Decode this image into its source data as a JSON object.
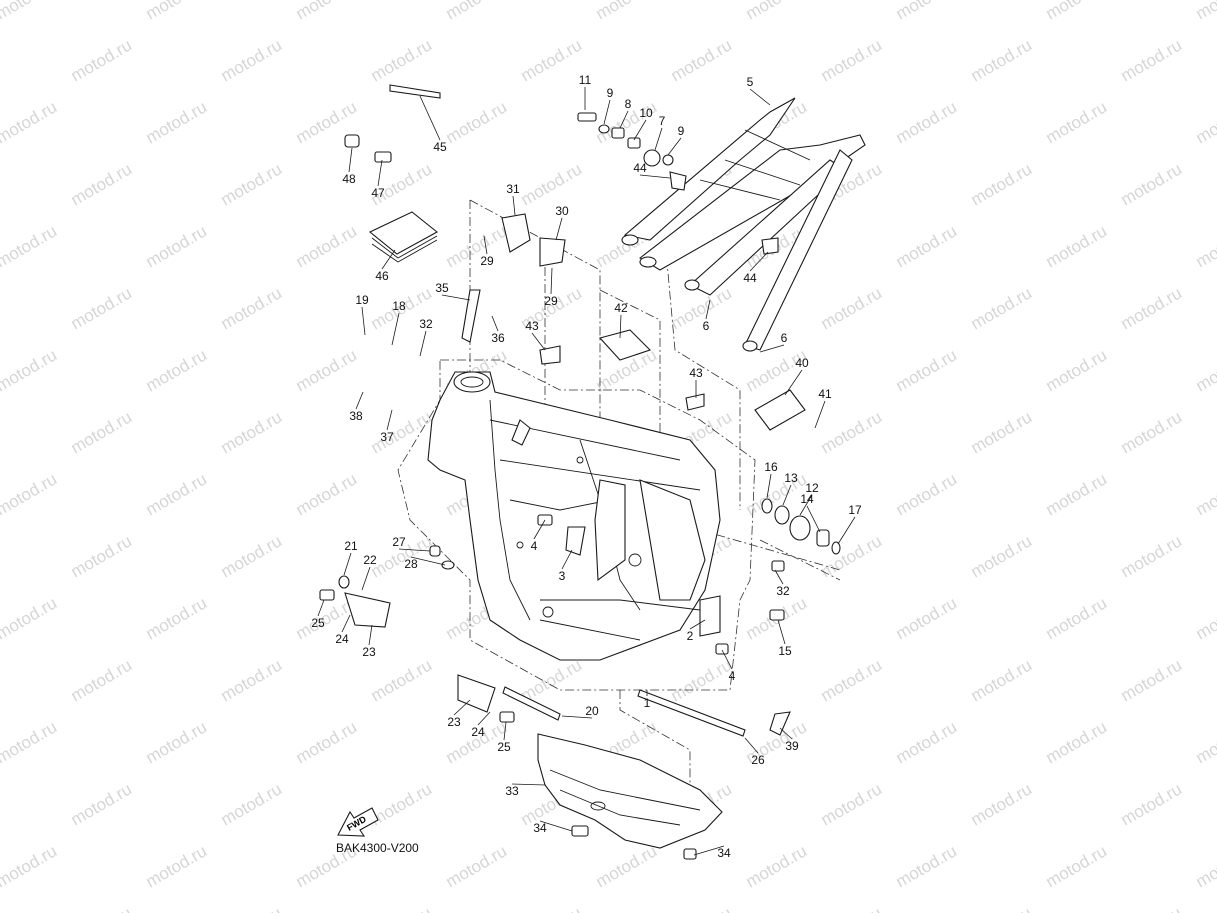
{
  "watermark": "motod.ru",
  "diagram_code": "BAK4300-V200",
  "fwd_label": "FWD",
  "callouts": [
    "1",
    "2",
    "3",
    "4",
    "5",
    "6",
    "7",
    "8",
    "9",
    "10",
    "11",
    "12",
    "13",
    "14",
    "15",
    "16",
    "17",
    "18",
    "19",
    "20",
    "21",
    "22",
    "23",
    "24",
    "25",
    "26",
    "27",
    "28",
    "29",
    "30",
    "31",
    "32",
    "33",
    "34",
    "35",
    "36",
    "37",
    "38",
    "39",
    "40",
    "41",
    "42",
    "43",
    "44",
    "45",
    "46",
    "47",
    "48"
  ]
}
